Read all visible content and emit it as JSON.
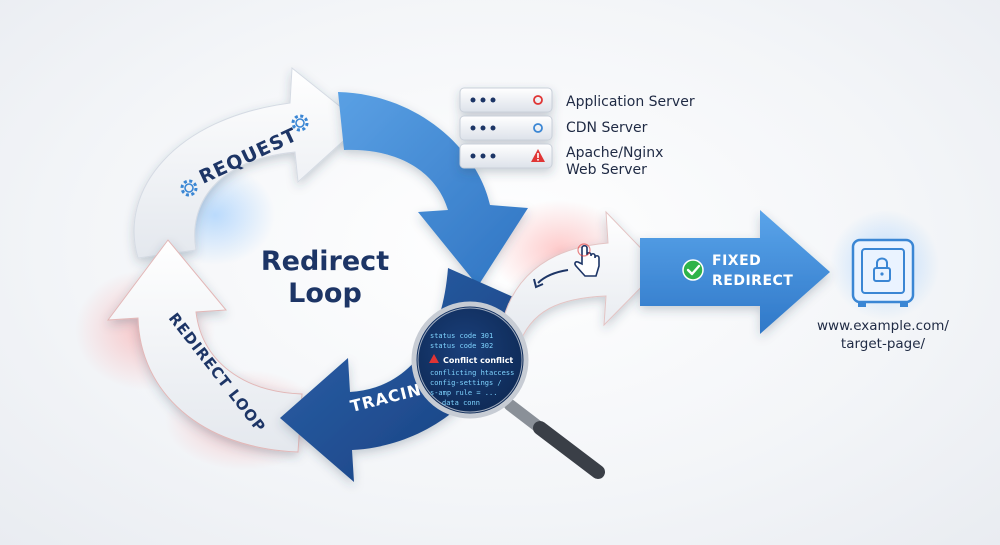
{
  "diagram": {
    "center_title_line1": "Redirect",
    "center_title_line2": "Loop",
    "arrows": {
      "request": "REQUEST",
      "redirect_loop": "REDIRECT LOOP",
      "tracing": "TRACING",
      "fixed_line1": "FIXED",
      "fixed_line2": "REDIRECT"
    },
    "servers": [
      {
        "label_line1": "Application Server",
        "label_line2": "",
        "status": "error"
      },
      {
        "label_line1": "CDN Server",
        "label_line2": "",
        "status": "info"
      },
      {
        "label_line1": "Apache/Nginx",
        "label_line2": "Web Server",
        "status": "warning"
      }
    ],
    "magnifier_code": {
      "line1": "status code 301",
      "line2": "status code 302",
      "warning": "Conflict conflict",
      "line3": "conflicting htaccess",
      "line4": "config-settings /",
      "line5": "s-amp rule = ...",
      "line6": "data conn"
    },
    "target": {
      "url_line1": "www.example.com/",
      "url_line2": "target-page/"
    },
    "colors": {
      "accent_blue": "#3a86d4",
      "dark_blue": "#1f4f93",
      "navy_text": "#1d3566",
      "success_green": "#2fb34a",
      "error_red": "#e03434"
    }
  }
}
